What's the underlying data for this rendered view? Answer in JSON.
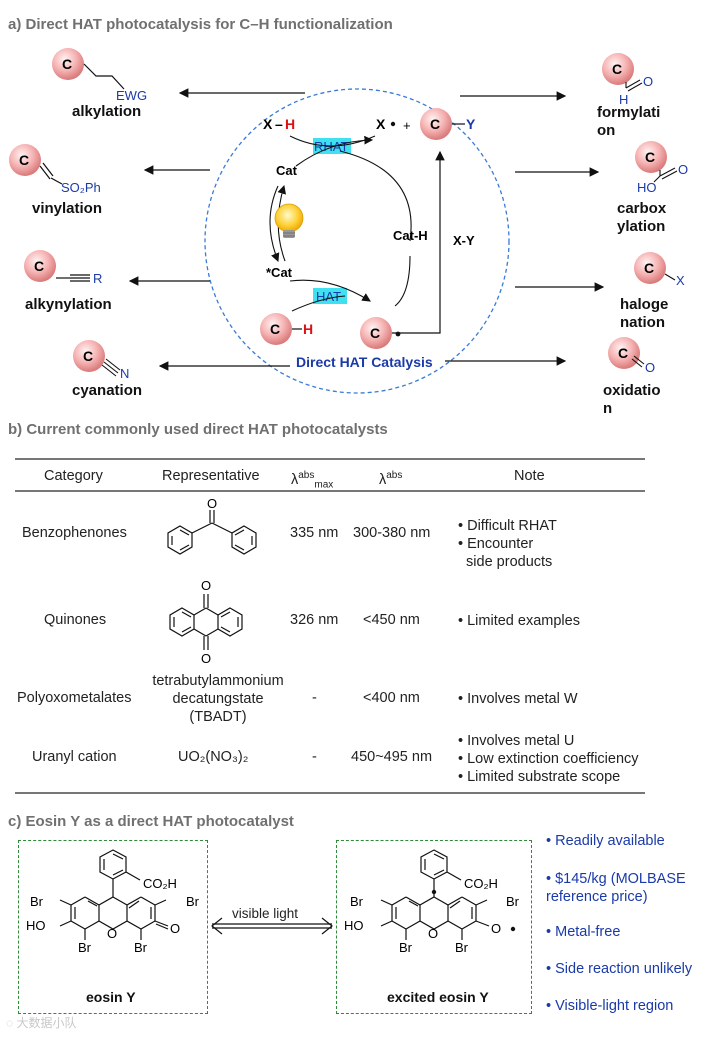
{
  "panel_a": {
    "title": "a) Direct HAT photocatalysis for C–H functionalization",
    "left_labels": [
      "alkylation",
      "vinylation",
      "alkynylation",
      "cyanation"
    ],
    "right_labels": [
      "formylati\non",
      "carbox\nylation",
      "haloge\nnation",
      "oxidatio\nn"
    ],
    "ewg": "EWG",
    "so2ph": "SO₂Ph",
    "alkyne_r": "R",
    "nitrile_n": "N",
    "ho": "HO",
    "o": "O",
    "h": "H",
    "x": "X",
    "y": "Y",
    "c": "C",
    "rhat": "RHAT",
    "hat": "HAT",
    "cat": "Cat",
    "star_cat": "*Cat",
    "cat_h": "Cat-H",
    "x_y": "X-Y",
    "x_h_x": "X",
    "x_h_h": "H",
    "x_radical": "X",
    "plus": "+",
    "center_title": "Direct HAT Catalysis"
  },
  "panel_b": {
    "title": "b) Current commonly used direct HAT photocatalysts",
    "headers": [
      "Category",
      "Representative",
      "λ",
      "abs",
      "max",
      "λ",
      "abs",
      "Note"
    ],
    "rows": [
      {
        "category": "Benzophenones",
        "rep": "",
        "lmax": "335 nm",
        "labs": "300-380 nm",
        "notes": [
          "Difficult RHAT",
          "Encounter\n  side products"
        ]
      },
      {
        "category": "Quinones",
        "rep": "",
        "lmax": "326 nm",
        "labs": "<450 nm",
        "notes": [
          "Limited examples"
        ]
      },
      {
        "category": "Polyoxometalates",
        "rep": "tetrabutylammonium\ndecatungstate\n(TBADT)",
        "lmax": "-",
        "labs": "<400 nm",
        "notes": [
          "Involves metal W"
        ]
      },
      {
        "category": "Uranyl cation",
        "rep": "UO₂(NO₃)₂",
        "lmax": "-",
        "labs": "450~495 nm",
        "notes": [
          "Involves metal U",
          "Low extinction coefficiency",
          "Limited substrate scope"
        ]
      }
    ],
    "benzophenone_o": "O",
    "quinone_o": "O"
  },
  "panel_c": {
    "title": "c) Eosin Y as a direct HAT photocatalyst",
    "arrow_label": "visible light",
    "left_name": "eosin Y",
    "right_name": "excited eosin Y",
    "co2h": "CO₂H",
    "br": "Br",
    "ho": "HO",
    "o": "O",
    "bullets": [
      "Readily available",
      "$145/kg (MOLBASE\nreference price)",
      "Metal-free",
      "Side reaction unlikely",
      "Visible-light region"
    ]
  },
  "watermark": "大数据小队",
  "colors": {
    "ball": "#f3a3a3",
    "blue": "#1a3aa8",
    "red": "#d11",
    "cyan": "#3fe0f0",
    "green": "#2e8b3a"
  }
}
